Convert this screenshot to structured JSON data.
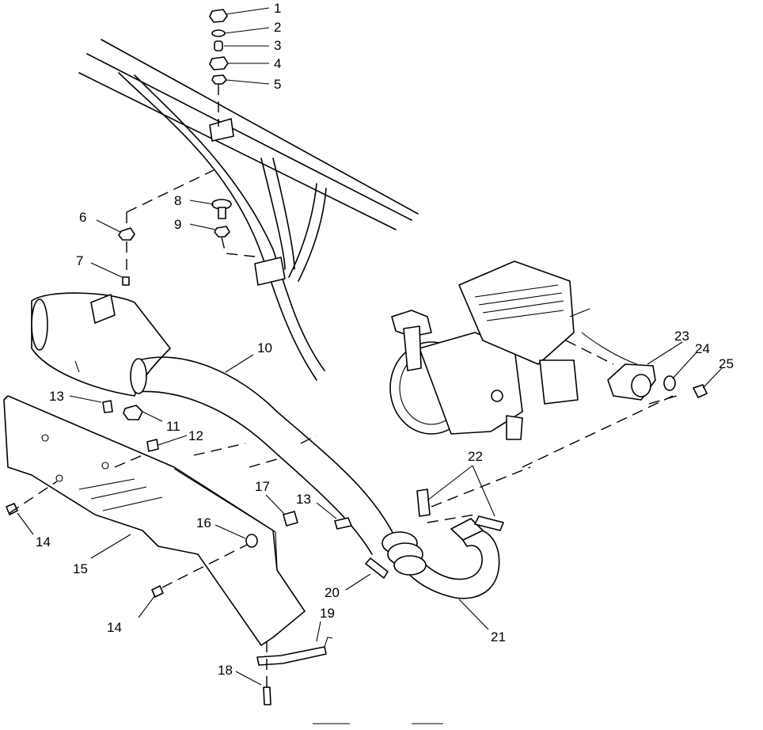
{
  "diagram": {
    "callouts": [
      {
        "id": "c1",
        "label": "1"
      },
      {
        "id": "c2",
        "label": "2"
      },
      {
        "id": "c3",
        "label": "3"
      },
      {
        "id": "c4",
        "label": "4"
      },
      {
        "id": "c5",
        "label": "5"
      },
      {
        "id": "c6",
        "label": "6"
      },
      {
        "id": "c7",
        "label": "7"
      },
      {
        "id": "c8",
        "label": "8"
      },
      {
        "id": "c9",
        "label": "9"
      },
      {
        "id": "c10",
        "label": "10"
      },
      {
        "id": "c11",
        "label": "11"
      },
      {
        "id": "c12",
        "label": "12"
      },
      {
        "id": "c13a",
        "label": "13"
      },
      {
        "id": "c13b",
        "label": "13"
      },
      {
        "id": "c14a",
        "label": "14"
      },
      {
        "id": "c14b",
        "label": "14"
      },
      {
        "id": "c15",
        "label": "15"
      },
      {
        "id": "c16",
        "label": "16"
      },
      {
        "id": "c17",
        "label": "17"
      },
      {
        "id": "c18",
        "label": "18"
      },
      {
        "id": "c19",
        "label": "19"
      },
      {
        "id": "c20",
        "label": "20"
      },
      {
        "id": "c21",
        "label": "21"
      },
      {
        "id": "c22",
        "label": "22"
      },
      {
        "id": "c23",
        "label": "23"
      },
      {
        "id": "c24",
        "label": "24"
      },
      {
        "id": "c25",
        "label": "25"
      }
    ]
  }
}
